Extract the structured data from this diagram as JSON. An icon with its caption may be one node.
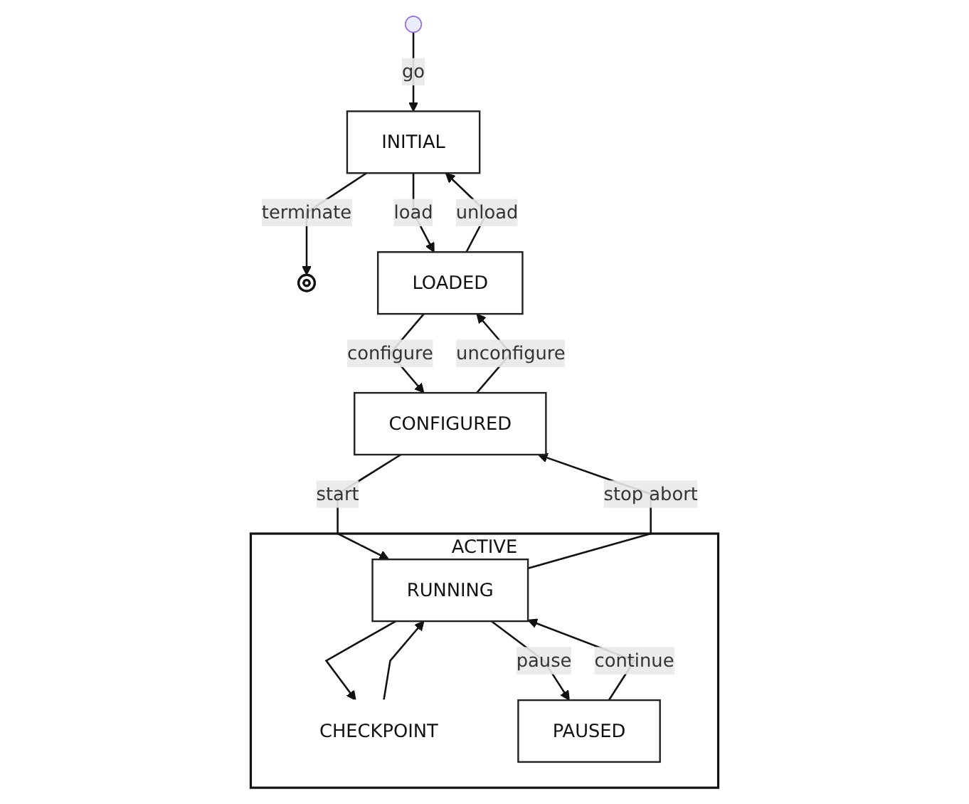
{
  "diagram": {
    "nodes": [
      {
        "text": [],
        "shape": "circle"
      },
      {
        "text": [
          "INITIAL"
        ]
      },
      {
        "text": [],
        "shape": "circle"
      },
      {
        "text": [
          "LOADED"
        ]
      },
      {
        "text": [
          "CONFIGURED"
        ]
      },
      {
        "text": [
          "ACTIVE"
        ]
      },
      {
        "text": [
          "RUNNING"
        ],
        "in": 5
      },
      {
        "text": [
          "CHECKPOINT"
        ],
        "in": 5
      },
      {
        "text": [
          "PAUSED"
        ],
        "in": 5
      }
    ],
    "edges": [
      {
        "from": 1,
        "to": 0,
        "label": "terminate",
        "arrow": "to"
      },
      {
        "from": 2,
        "to": 1,
        "label": "go",
        "arrow": "to"
      },
      {
        "from": 1,
        "to": 3,
        "label": "load",
        "arrow": "to"
      },
      {
        "from": 3,
        "to": 1,
        "label": "unload",
        "arrow": "to"
      },
      {
        "from": 3,
        "to": 4,
        "label": "configure",
        "arrow": "to"
      },
      {
        "from": 4,
        "to": 3,
        "label": "unconfigure",
        "arrow": "to"
      },
      {
        "from": 4,
        "to": 6,
        "label": "start",
        "arrow": "to"
      },
      {
        "from": 6,
        "to": 4,
        "label": "stop abort",
        "arrow": "to"
      },
      {
        "from": 6,
        "to": 7,
        "arrow": "to"
      },
      {
        "from": 7,
        "to": 6,
        "arrow": "to"
      },
      {
        "from": 6,
        "to": 8,
        "label": "pause",
        "arrow": "to"
      },
      {
        "from": 8,
        "to": 6,
        "label": "continue",
        "arrow": "to"
      }
    ]
  }
}
